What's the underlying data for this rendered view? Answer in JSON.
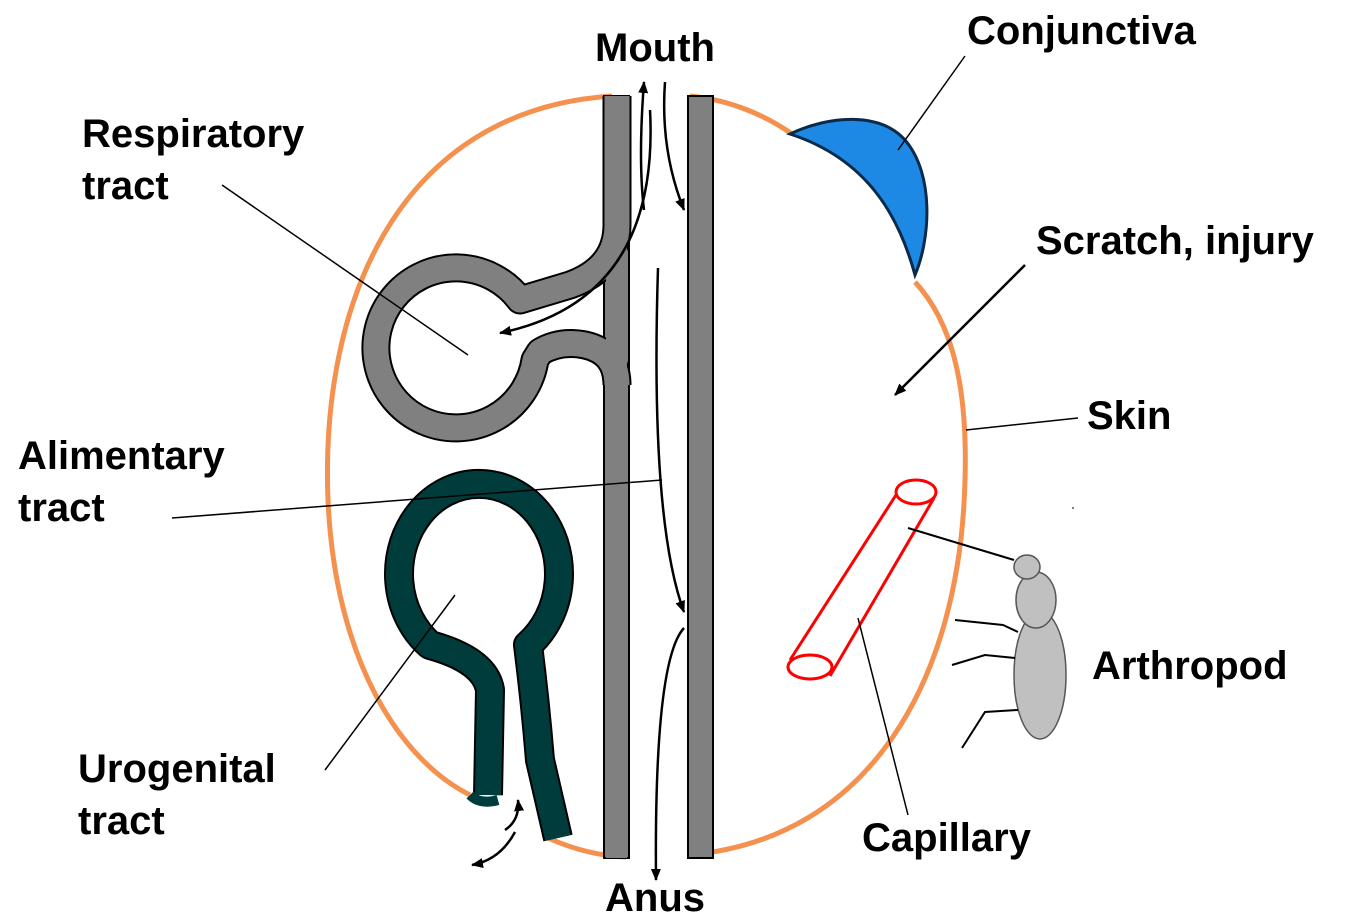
{
  "labels": {
    "mouth": "Mouth",
    "anus": "Anus",
    "respiratory_line1": "Respiratory",
    "respiratory_line2": "tract",
    "alimentary_line1": "Alimentary",
    "alimentary_line2": "tract",
    "urogenital_line1": "Urogenital",
    "urogenital_line2": "tract",
    "conjunctiva": "Conjunctiva",
    "scratch": "Scratch, injury",
    "skin": "Skin",
    "arthropod": "Arthropod",
    "capillary": "Capillary"
  },
  "colors": {
    "skin_outline": "#f4914f",
    "gut_wall": "#808080",
    "respiratory_tract": "#808080",
    "urogenital_tract": "#003c3c",
    "conjunctiva": "#1e88e5",
    "capillary": "#ff0000",
    "arthropod": "#c0c0c0",
    "leader_lines": "#000000"
  }
}
